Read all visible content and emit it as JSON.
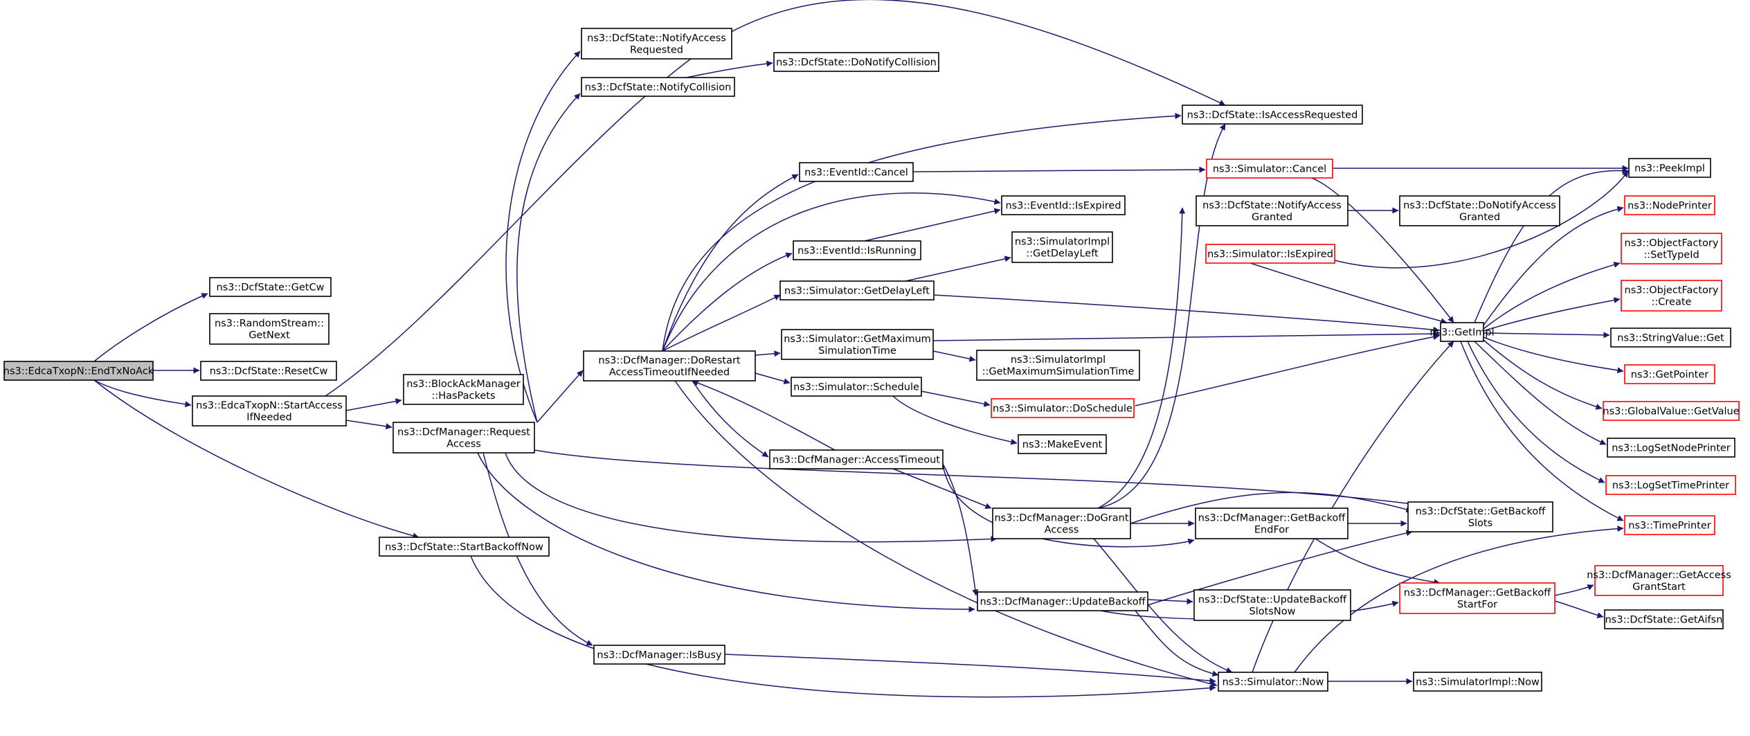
{
  "colors": {
    "edge": "#191970",
    "node_border": "#000000",
    "node_border_truncated": "#ff0000",
    "root_fill": "#bfbfbf",
    "node_fill": "#ffffff",
    "text": "#000000"
  },
  "nodes": [
    {
      "id": "endtxnoack",
      "label": [
        "ns3::EdcaTxopN::EndTxNoAck"
      ],
      "variant": "root"
    },
    {
      "id": "getcw",
      "label": [
        "ns3::DcfState::GetCw"
      ],
      "variant": "normal"
    },
    {
      "id": "rs_getnext",
      "label": [
        "ns3::RandomStream::",
        "GetNext"
      ],
      "variant": "normal"
    },
    {
      "id": "resetcw",
      "label": [
        "ns3::DcfState::ResetCw"
      ],
      "variant": "normal"
    },
    {
      "id": "startaccess",
      "label": [
        "ns3::EdcaTxopN::StartAccess",
        "IfNeeded"
      ],
      "variant": "normal"
    },
    {
      "id": "startbackoffnow",
      "label": [
        "ns3::DcfState::StartBackoffNow"
      ],
      "variant": "normal"
    },
    {
      "id": "bam_haspackets",
      "label": [
        "ns3::BlockAckManager",
        "::HasPackets"
      ],
      "variant": "normal"
    },
    {
      "id": "requestaccess",
      "label": [
        "ns3::DcfManager::Request",
        "Access"
      ],
      "variant": "normal"
    },
    {
      "id": "notifyaccessreq",
      "label": [
        "ns3::DcfState::NotifyAccess",
        "Requested"
      ],
      "variant": "normal"
    },
    {
      "id": "notifycollision",
      "label": [
        "ns3::DcfState::NotifyCollision"
      ],
      "variant": "normal"
    },
    {
      "id": "donotifycollision",
      "label": [
        "ns3::DcfState::DoNotifyCollision"
      ],
      "variant": "normal"
    },
    {
      "id": "dorestart",
      "label": [
        "ns3::DcfManager::DoRestart",
        "AccessTimeoutIfNeeded"
      ],
      "variant": "normal"
    },
    {
      "id": "isbusy",
      "label": [
        "ns3::DcfManager::IsBusy"
      ],
      "variant": "normal"
    },
    {
      "id": "eid_cancel",
      "label": [
        "ns3::EventId::Cancel"
      ],
      "variant": "normal"
    },
    {
      "id": "eid_isrunning",
      "label": [
        "ns3::EventId::IsRunning"
      ],
      "variant": "normal"
    },
    {
      "id": "sim_getdelayleft",
      "label": [
        "ns3::Simulator::GetDelayLeft"
      ],
      "variant": "normal"
    },
    {
      "id": "sim_getmaxsim",
      "label": [
        "ns3::Simulator::GetMaximum",
        "SimulationTime"
      ],
      "variant": "normal"
    },
    {
      "id": "sim_schedule",
      "label": [
        "ns3::Simulator::Schedule"
      ],
      "variant": "normal"
    },
    {
      "id": "accesstimeout",
      "label": [
        "ns3::DcfManager::AccessTimeout"
      ],
      "variant": "normal"
    },
    {
      "id": "eid_isexpired",
      "label": [
        "ns3::EventId::IsExpired"
      ],
      "variant": "normal"
    },
    {
      "id": "si_getdelayleft",
      "label": [
        "ns3::SimulatorImpl",
        "::GetDelayLeft"
      ],
      "variant": "normal"
    },
    {
      "id": "si_getmaxsim",
      "label": [
        "ns3::SimulatorImpl",
        "::GetMaximumSimulationTime"
      ],
      "variant": "normal"
    },
    {
      "id": "sim_doschedule",
      "label": [
        "ns3::Simulator::DoSchedule"
      ],
      "variant": "truncated"
    },
    {
      "id": "makeevent",
      "label": [
        "ns3::MakeEvent"
      ],
      "variant": "normal"
    },
    {
      "id": "dogrant",
      "label": [
        "ns3::DcfManager::DoGrant",
        "Access"
      ],
      "variant": "normal"
    },
    {
      "id": "updatebackoff",
      "label": [
        "ns3::DcfManager::UpdateBackoff"
      ],
      "variant": "normal"
    },
    {
      "id": "isaccessreq",
      "label": [
        "ns3::DcfState::IsAccessRequested"
      ],
      "variant": "normal"
    },
    {
      "id": "sim_cancel",
      "label": [
        "ns3::Simulator::Cancel"
      ],
      "variant": "truncated"
    },
    {
      "id": "notifyaccessgranted",
      "label": [
        "ns3::DcfState::NotifyAccess",
        "Granted"
      ],
      "variant": "normal"
    },
    {
      "id": "sim_isexpired",
      "label": [
        "ns3::Simulator::IsExpired"
      ],
      "variant": "truncated"
    },
    {
      "id": "getbackoffendfor",
      "label": [
        "ns3::DcfManager::GetBackoff",
        "EndFor"
      ],
      "variant": "normal"
    },
    {
      "id": "updatebackoffslotsnow",
      "label": [
        "ns3::DcfState::UpdateBackoff",
        "SlotsNow"
      ],
      "variant": "normal"
    },
    {
      "id": "sim_now",
      "label": [
        "ns3::Simulator::Now"
      ],
      "variant": "normal"
    },
    {
      "id": "donotifyaccessgranted",
      "label": [
        "ns3::DcfState::DoNotifyAccess",
        "Granted"
      ],
      "variant": "normal"
    },
    {
      "id": "getbackoffslots",
      "label": [
        "ns3::DcfState::GetBackoff",
        "Slots"
      ],
      "variant": "normal"
    },
    {
      "id": "getbackoffstartfor",
      "label": [
        "ns3::DcfManager::GetBackoff",
        "StartFor"
      ],
      "variant": "truncated"
    },
    {
      "id": "getimpl",
      "label": [
        "ns3::GetImpl"
      ],
      "variant": "normal"
    },
    {
      "id": "simimpl_now",
      "label": [
        "ns3::SimulatorImpl::Now"
      ],
      "variant": "normal"
    },
    {
      "id": "peekimpl",
      "label": [
        "ns3::PeekImpl"
      ],
      "variant": "normal"
    },
    {
      "id": "nodeprinter",
      "label": [
        "ns3::NodePrinter"
      ],
      "variant": "truncated"
    },
    {
      "id": "of_settypeid",
      "label": [
        "ns3::ObjectFactory",
        "::SetTypeId"
      ],
      "variant": "truncated"
    },
    {
      "id": "of_create",
      "label": [
        "ns3::ObjectFactory",
        "::Create"
      ],
      "variant": "truncated"
    },
    {
      "id": "stringvalue_get",
      "label": [
        "ns3::StringValue::Get"
      ],
      "variant": "normal"
    },
    {
      "id": "getpointer",
      "label": [
        "ns3::GetPointer"
      ],
      "variant": "truncated"
    },
    {
      "id": "globalvalue_getvalue",
      "label": [
        "ns3::GlobalValue::GetValue"
      ],
      "variant": "truncated"
    },
    {
      "id": "logsetnodeprinter",
      "label": [
        "ns3::LogSetNodePrinter"
      ],
      "variant": "normal"
    },
    {
      "id": "logsettimeprinter",
      "label": [
        "ns3::LogSetTimePrinter"
      ],
      "variant": "truncated"
    },
    {
      "id": "timeprinter",
      "label": [
        "ns3::TimePrinter"
      ],
      "variant": "truncated"
    },
    {
      "id": "getaccessgrantstart",
      "label": [
        "ns3::DcfManager::GetAccess",
        "GrantStart"
      ],
      "variant": "truncated"
    },
    {
      "id": "getaifsn",
      "label": [
        "ns3::DcfState::GetAifsn"
      ],
      "variant": "normal"
    }
  ]
}
